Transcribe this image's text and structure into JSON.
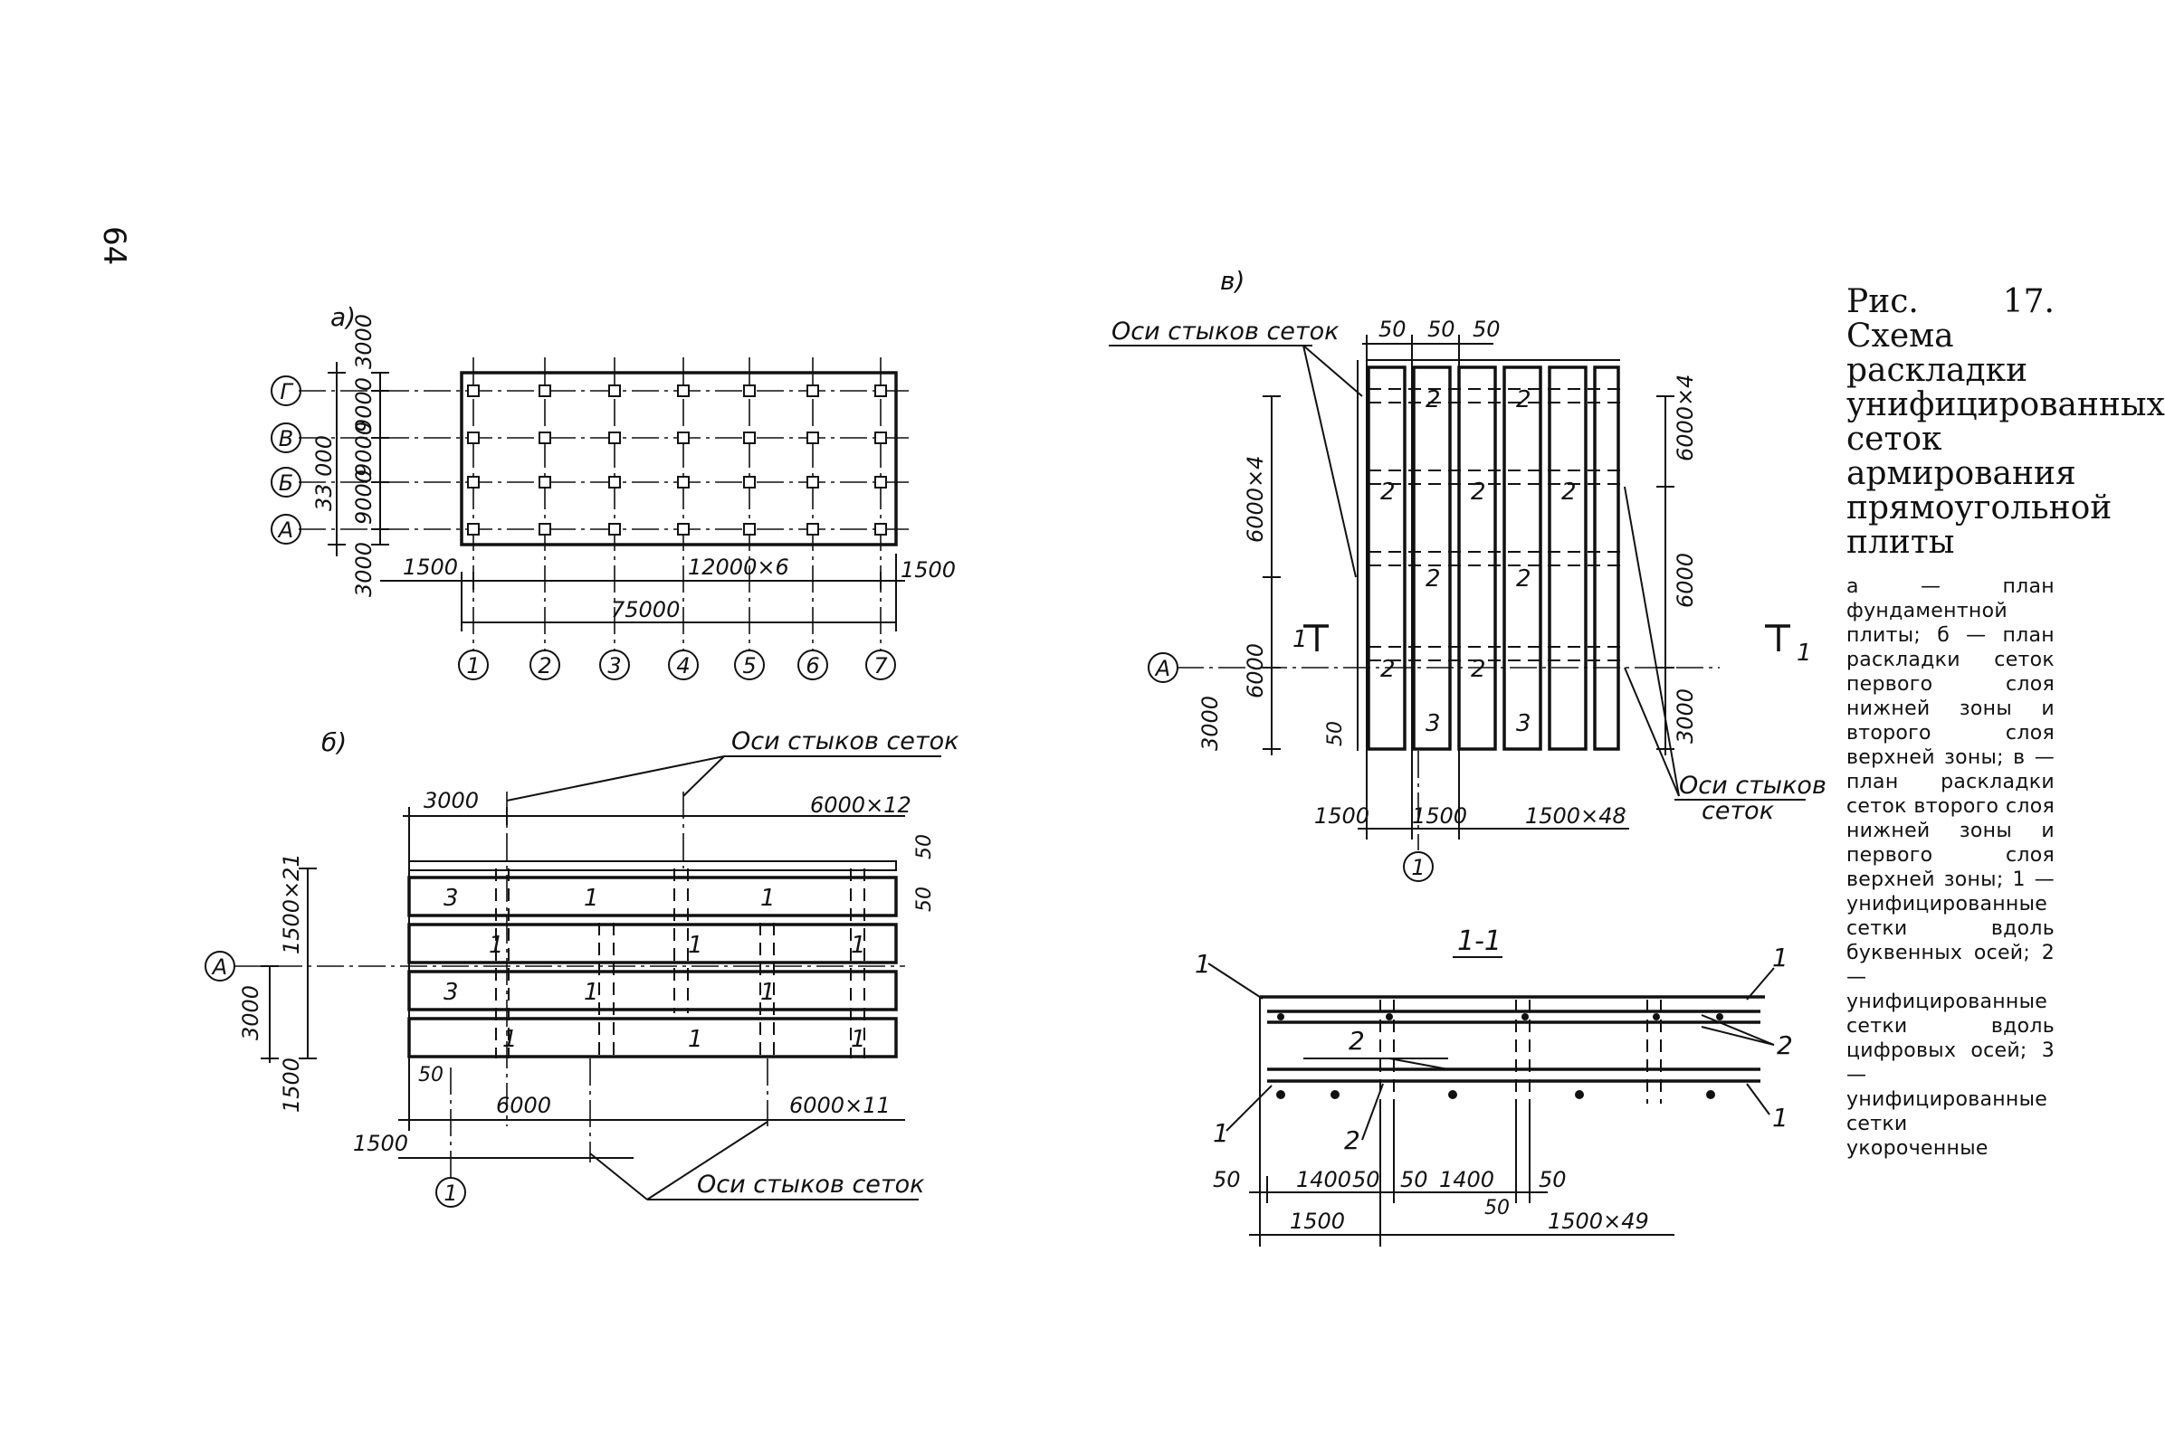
{
  "page_number": "64",
  "panel_labels": {
    "a": "a)",
    "b": "б)",
    "v": "в)"
  },
  "section_label": "1-1",
  "grid_letters": [
    "Г",
    "В",
    "Б",
    "А"
  ],
  "grid_numbers": [
    "1",
    "2",
    "3",
    "4",
    "5",
    "6",
    "7"
  ],
  "panel_a": {
    "dims_vertical": [
      "3000",
      "9000",
      "9000",
      "9000",
      "3000",
      "33 000"
    ],
    "dims_horizontal": [
      "1500",
      "12000×6",
      "1500",
      "75000"
    ]
  },
  "panel_b": {
    "dims": [
      "3000",
      "6000×12",
      "50",
      "50",
      "1500×21",
      "3000",
      "1500",
      "50",
      "6000",
      "6000×11",
      "1500"
    ],
    "joint_label": "Оси стыков сеток",
    "mesh_marks": [
      "3",
      "1",
      "1",
      "1",
      "3",
      "1",
      "1",
      "1",
      "1",
      "1",
      "1",
      "1"
    ]
  },
  "panel_v": {
    "dims": [
      "50",
      "50",
      "50",
      "6000×4",
      "6000×4",
      "6000",
      "6000",
      "3000",
      "3000",
      "50",
      "1500",
      "1500",
      "1500×48"
    ],
    "joint_label_top": "Оси стыков сеток",
    "joint_label_bottom_1": "Оси стыков",
    "joint_label_bottom_2": "сеток",
    "section_mark": "1",
    "mesh_marks": [
      "2",
      "2",
      "2",
      "2",
      "2",
      "2",
      "2",
      "2",
      "2",
      "3",
      "3"
    ]
  },
  "section": {
    "dims": [
      "50",
      "1400",
      "50",
      "50",
      "1400",
      "50",
      "1500",
      "50",
      "1500×49"
    ],
    "marks": [
      "1",
      "1",
      "2",
      "2",
      "1",
      "2",
      "1"
    ]
  },
  "caption": {
    "title": "Рис. 17. Схема раскладки унифицированных сеток армирования прямоугольной плиты",
    "legend": "а — план фундаментной плиты; б — план раскладки сеток первого слоя нижней зоны и второго слоя верхней зоны; в — план раскладки сеток второго слоя нижней зоны и первого слоя верхней зоны; 1 — унифицированные сетки вдоль буквенных осей; 2 — унифицированные сетки вдоль цифровых осей; 3 — унифицированные сетки укороченные"
  }
}
